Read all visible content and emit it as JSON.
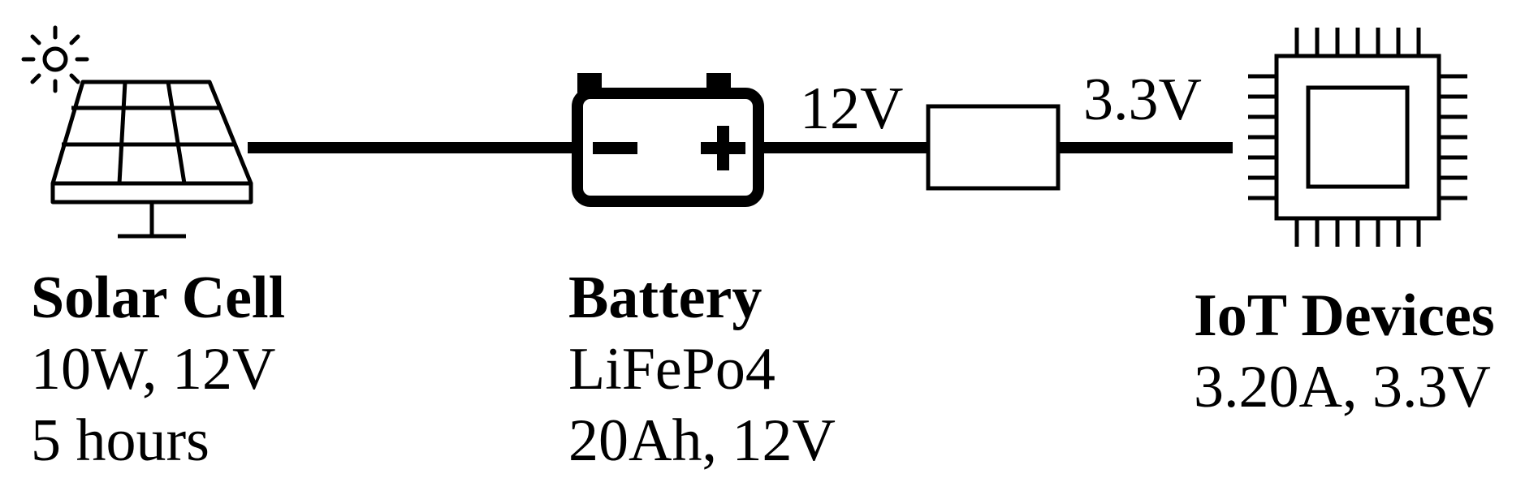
{
  "diagram": {
    "components": [
      {
        "id": "solar",
        "title": "Solar Cell",
        "lines": [
          "10W, 12V",
          "5 hours"
        ]
      },
      {
        "id": "battery",
        "title": "Battery",
        "lines": [
          "LiFePo4",
          "20Ah, 12V"
        ]
      },
      {
        "id": "iot",
        "title": "IoT Devices",
        "lines": [
          "3.20A, 3.3V"
        ]
      }
    ],
    "wire_labels": {
      "battery_to_converter": "12V",
      "converter_to_iot": "3.3V"
    },
    "icons": [
      "sun-icon",
      "solar-panel-icon",
      "battery-icon",
      "converter-box",
      "chip-icon"
    ],
    "colors": {
      "stroke": "#000000",
      "background": "#ffffff"
    }
  }
}
